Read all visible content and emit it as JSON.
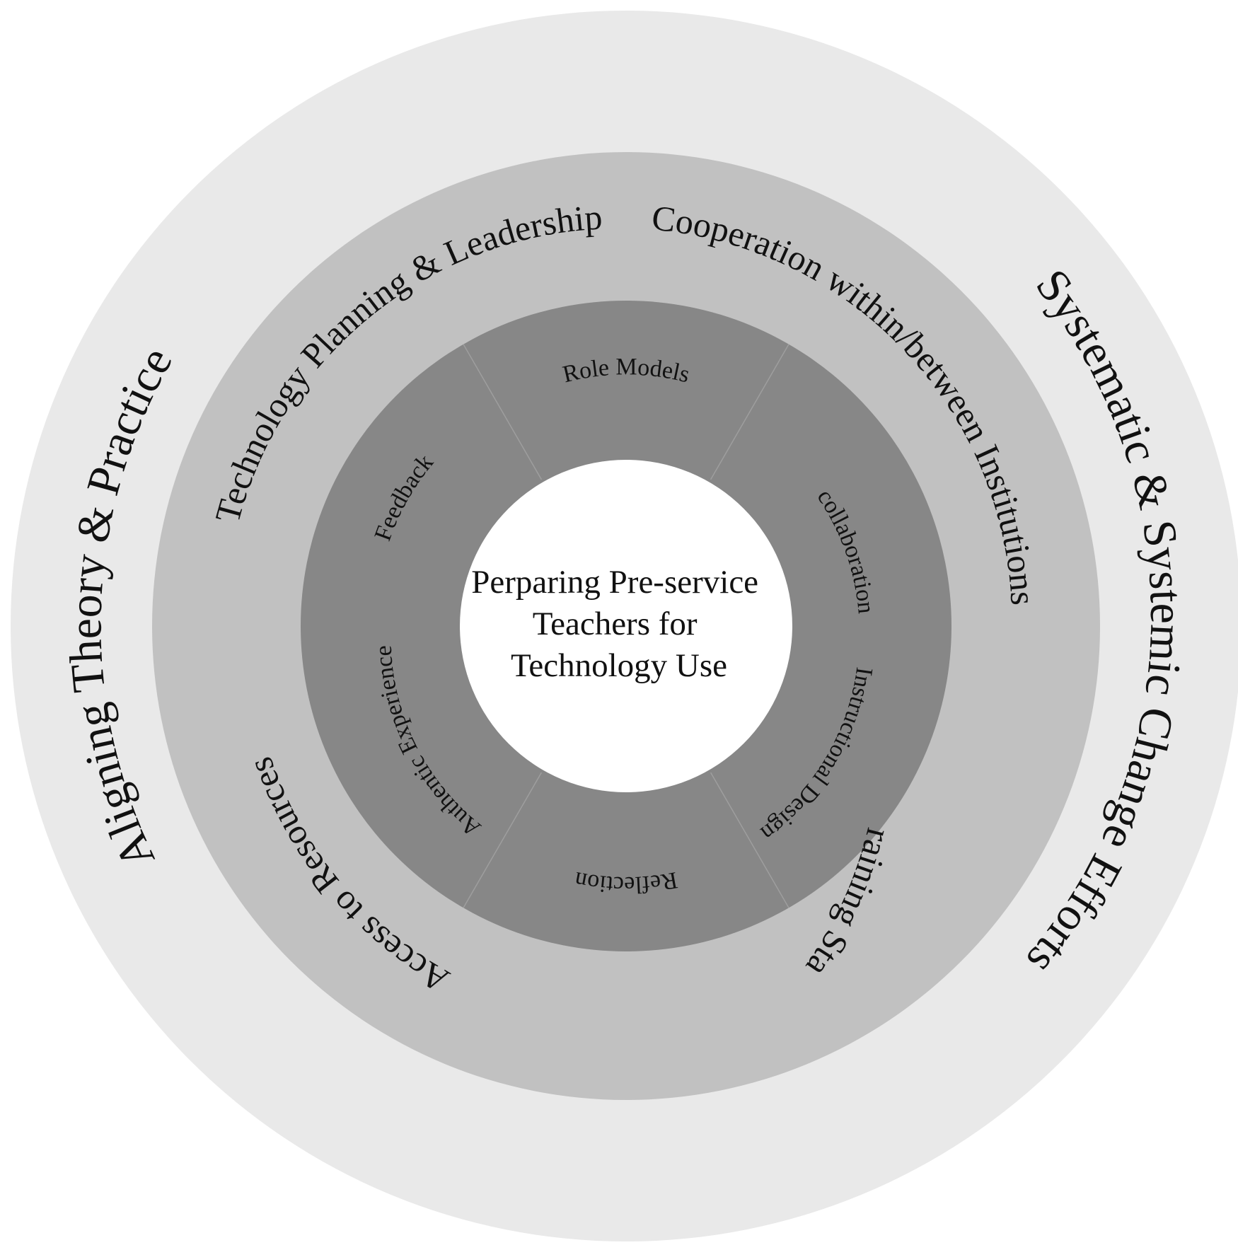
{
  "center": {
    "lines": [
      "Perparing Pre-service",
      "Teachers for",
      "Technology Use"
    ]
  },
  "outer_ring": {
    "color": "#e9e9e9",
    "labels": [
      "Aligning Theory & Practice",
      "Systematic & Systemic Change Efforts"
    ]
  },
  "middle_ring": {
    "color": "#c1c1c1",
    "labels": [
      "Technology Planning & Leadership",
      "Cooperation within/between Institutions",
      "Training Staff",
      "Access to Resources"
    ]
  },
  "inner_ring": {
    "color": "#878787",
    "labels": [
      "Role Models",
      "collaboration",
      "Instructional Design",
      "Reflection",
      "Authentic Experience",
      "Feedback"
    ]
  },
  "core_color": "#ffffff"
}
